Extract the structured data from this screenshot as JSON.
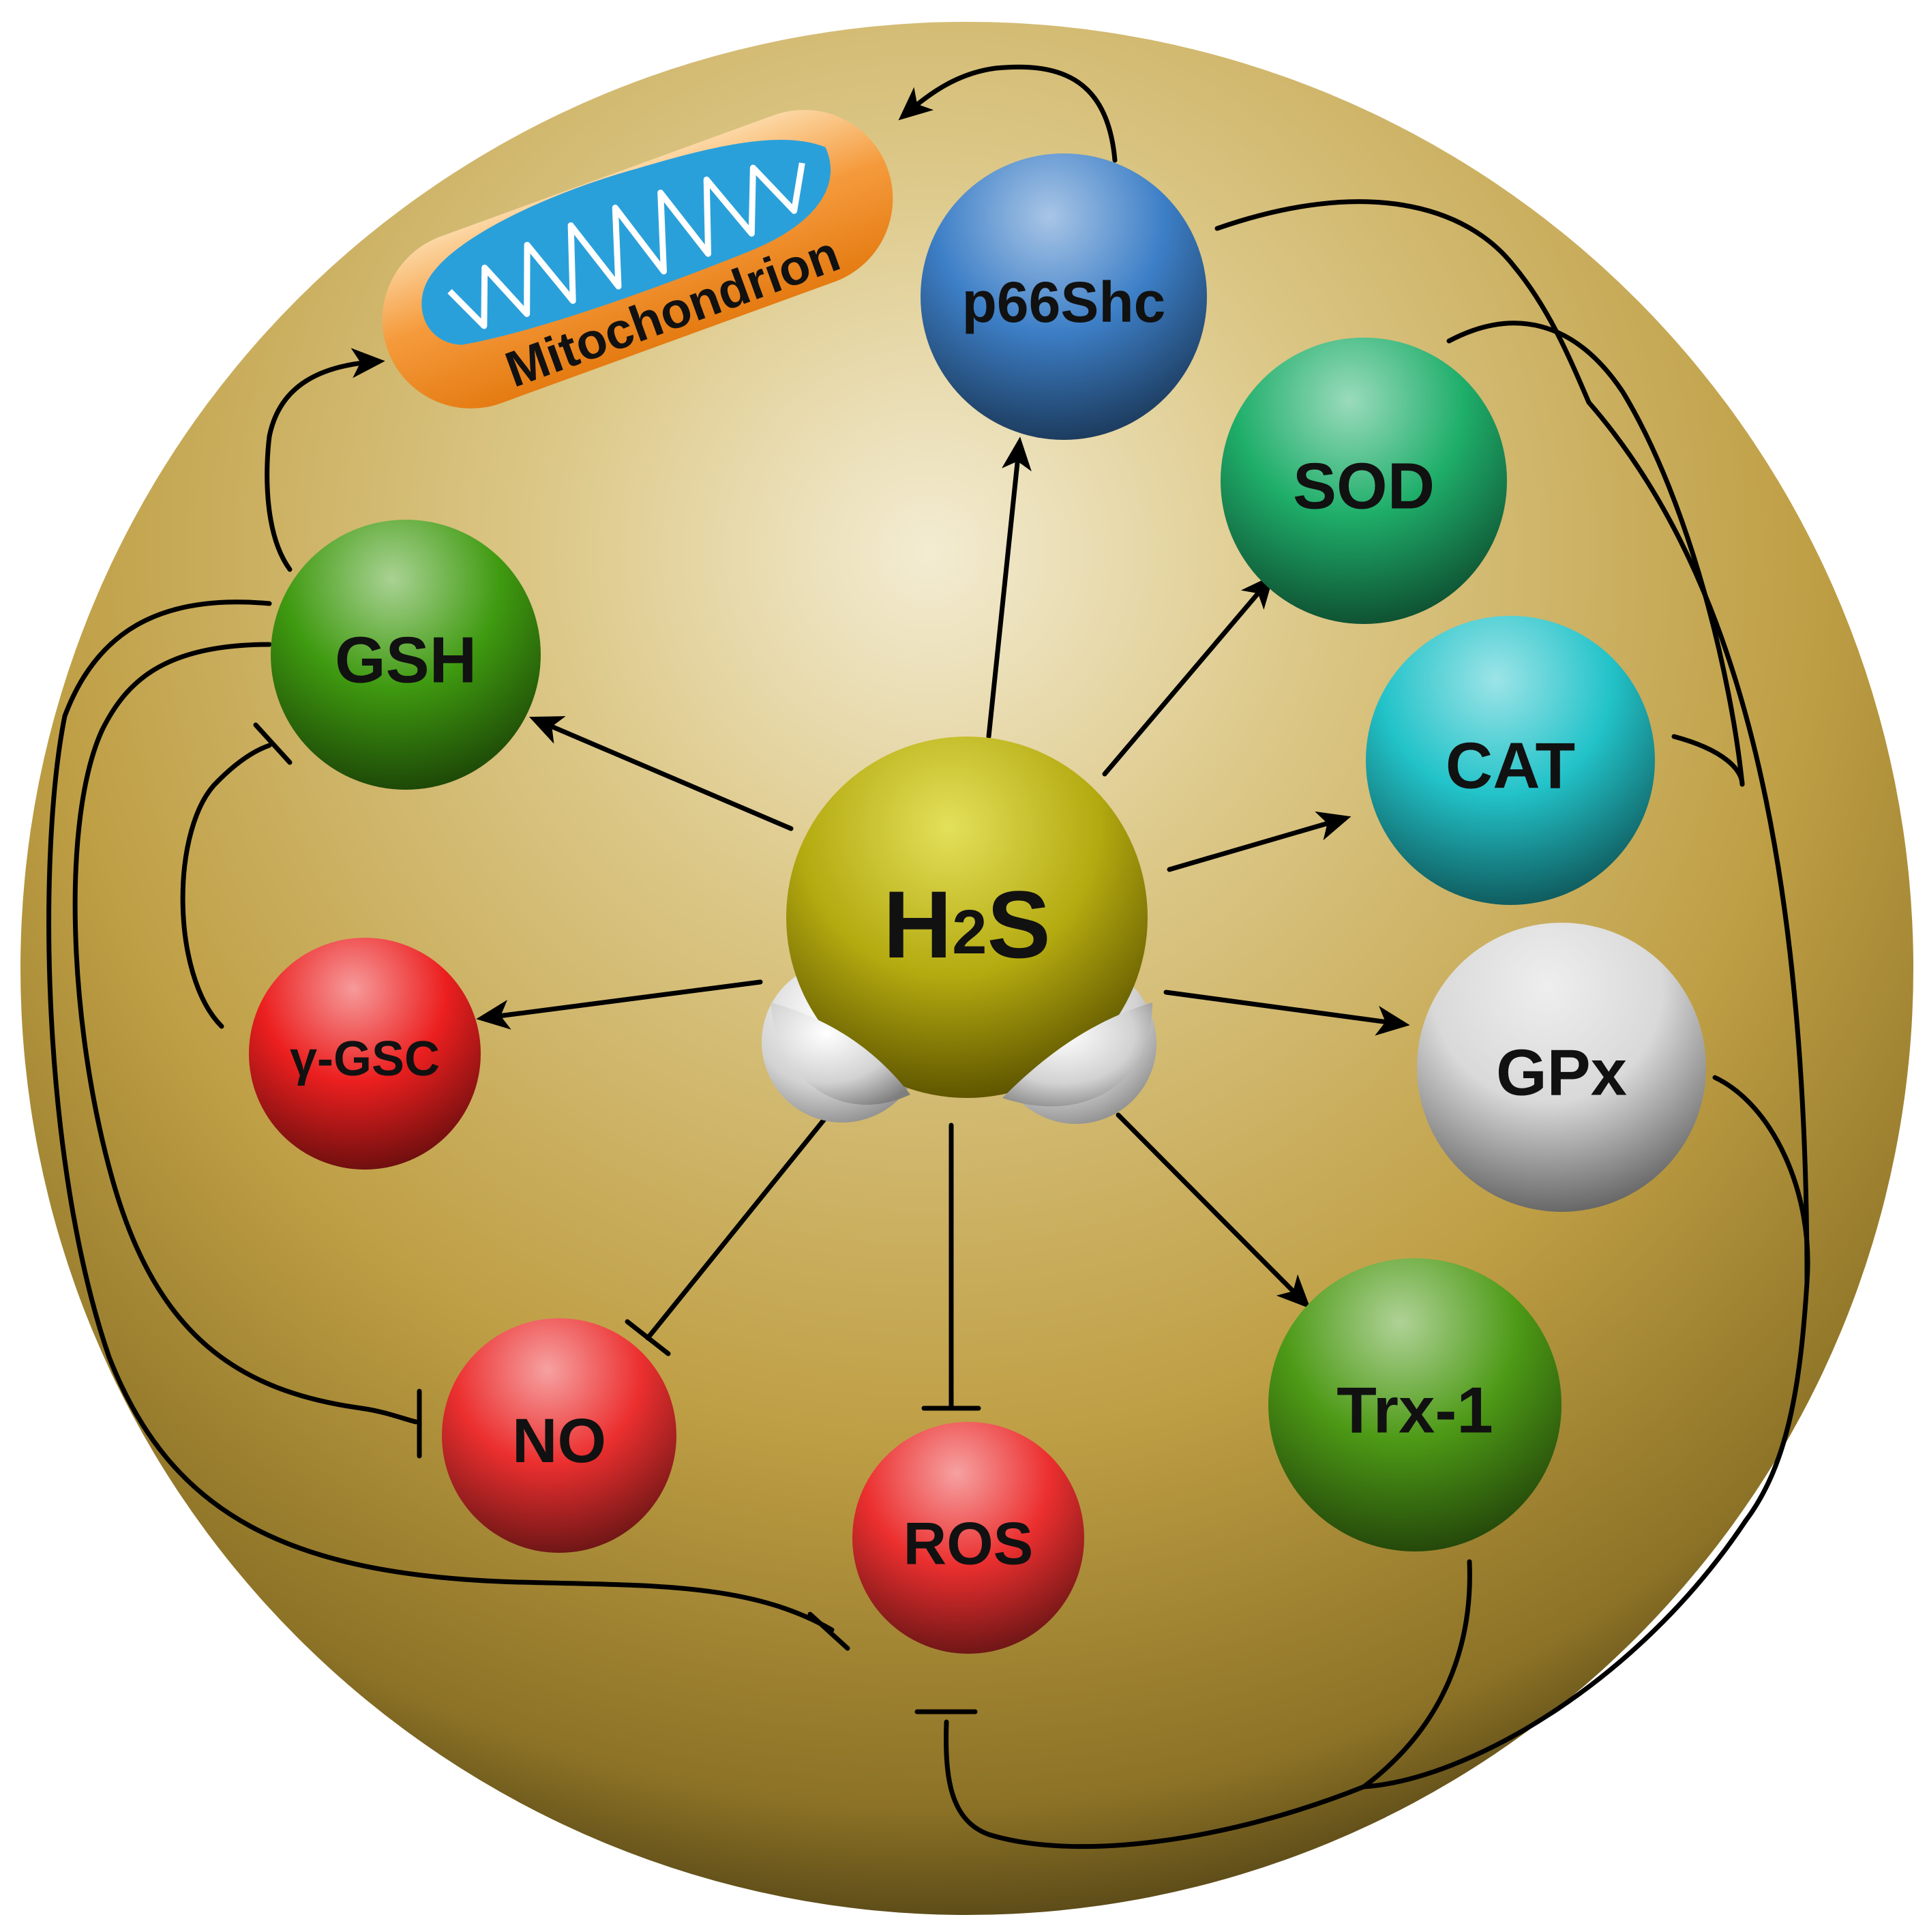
{
  "diagram": {
    "center": {
      "id": "h2s",
      "label_main": "H",
      "label_sub": "2",
      "label_end": "S"
    },
    "mitochondrion": {
      "label": "Mitochondrion"
    },
    "nodes": [
      {
        "id": "p66shc",
        "label": "p66Shc",
        "color": "#3d7fc7"
      },
      {
        "id": "sod",
        "label": "SOD",
        "color": "#1fae6a"
      },
      {
        "id": "cat",
        "label": "CAT",
        "color": "#22c3c9"
      },
      {
        "id": "gpx",
        "label": "GPx",
        "color": "#d9d9d9"
      },
      {
        "id": "trx1",
        "label": "Trx-1",
        "color": "#4d9a16"
      },
      {
        "id": "ros",
        "label": "ROS",
        "color": "#ec2f2f"
      },
      {
        "id": "no",
        "label": "NO",
        "color": "#ec2f2f"
      },
      {
        "id": "ygsc",
        "label": "γ-GSC",
        "color": "#ec1f1f"
      },
      {
        "id": "gsh",
        "label": "GSH",
        "color": "#3f9a10"
      }
    ],
    "edges": [
      {
        "from": "h2s",
        "to": "p66shc",
        "type": "activation"
      },
      {
        "from": "h2s",
        "to": "sod",
        "type": "activation"
      },
      {
        "from": "h2s",
        "to": "cat",
        "type": "activation"
      },
      {
        "from": "h2s",
        "to": "gpx",
        "type": "activation"
      },
      {
        "from": "h2s",
        "to": "trx1",
        "type": "activation"
      },
      {
        "from": "h2s",
        "to": "ros",
        "type": "inhibition"
      },
      {
        "from": "h2s",
        "to": "no",
        "type": "inhibition"
      },
      {
        "from": "h2s",
        "to": "ygsc",
        "type": "activation"
      },
      {
        "from": "h2s",
        "to": "gsh",
        "type": "activation"
      },
      {
        "from": "p66shc",
        "to": "mitochondrion",
        "type": "activation"
      },
      {
        "from": "gsh",
        "to": "mitochondrion",
        "type": "activation"
      },
      {
        "from": "ygsc",
        "to": "gsh",
        "type": "inhibition"
      },
      {
        "from": "gsh",
        "to": "no",
        "type": "inhibition"
      },
      {
        "from": "gsh",
        "to": "ros",
        "type": "inhibition"
      },
      {
        "from": "p66shc",
        "to": "ros",
        "type": "inhibition"
      },
      {
        "from": "sod",
        "to": "ros",
        "type": "inhibition"
      },
      {
        "from": "cat",
        "to": "ros",
        "type": "inhibition"
      },
      {
        "from": "gpx",
        "to": "ros",
        "type": "inhibition"
      },
      {
        "from": "trx1",
        "to": "ros",
        "type": "inhibition"
      }
    ]
  }
}
